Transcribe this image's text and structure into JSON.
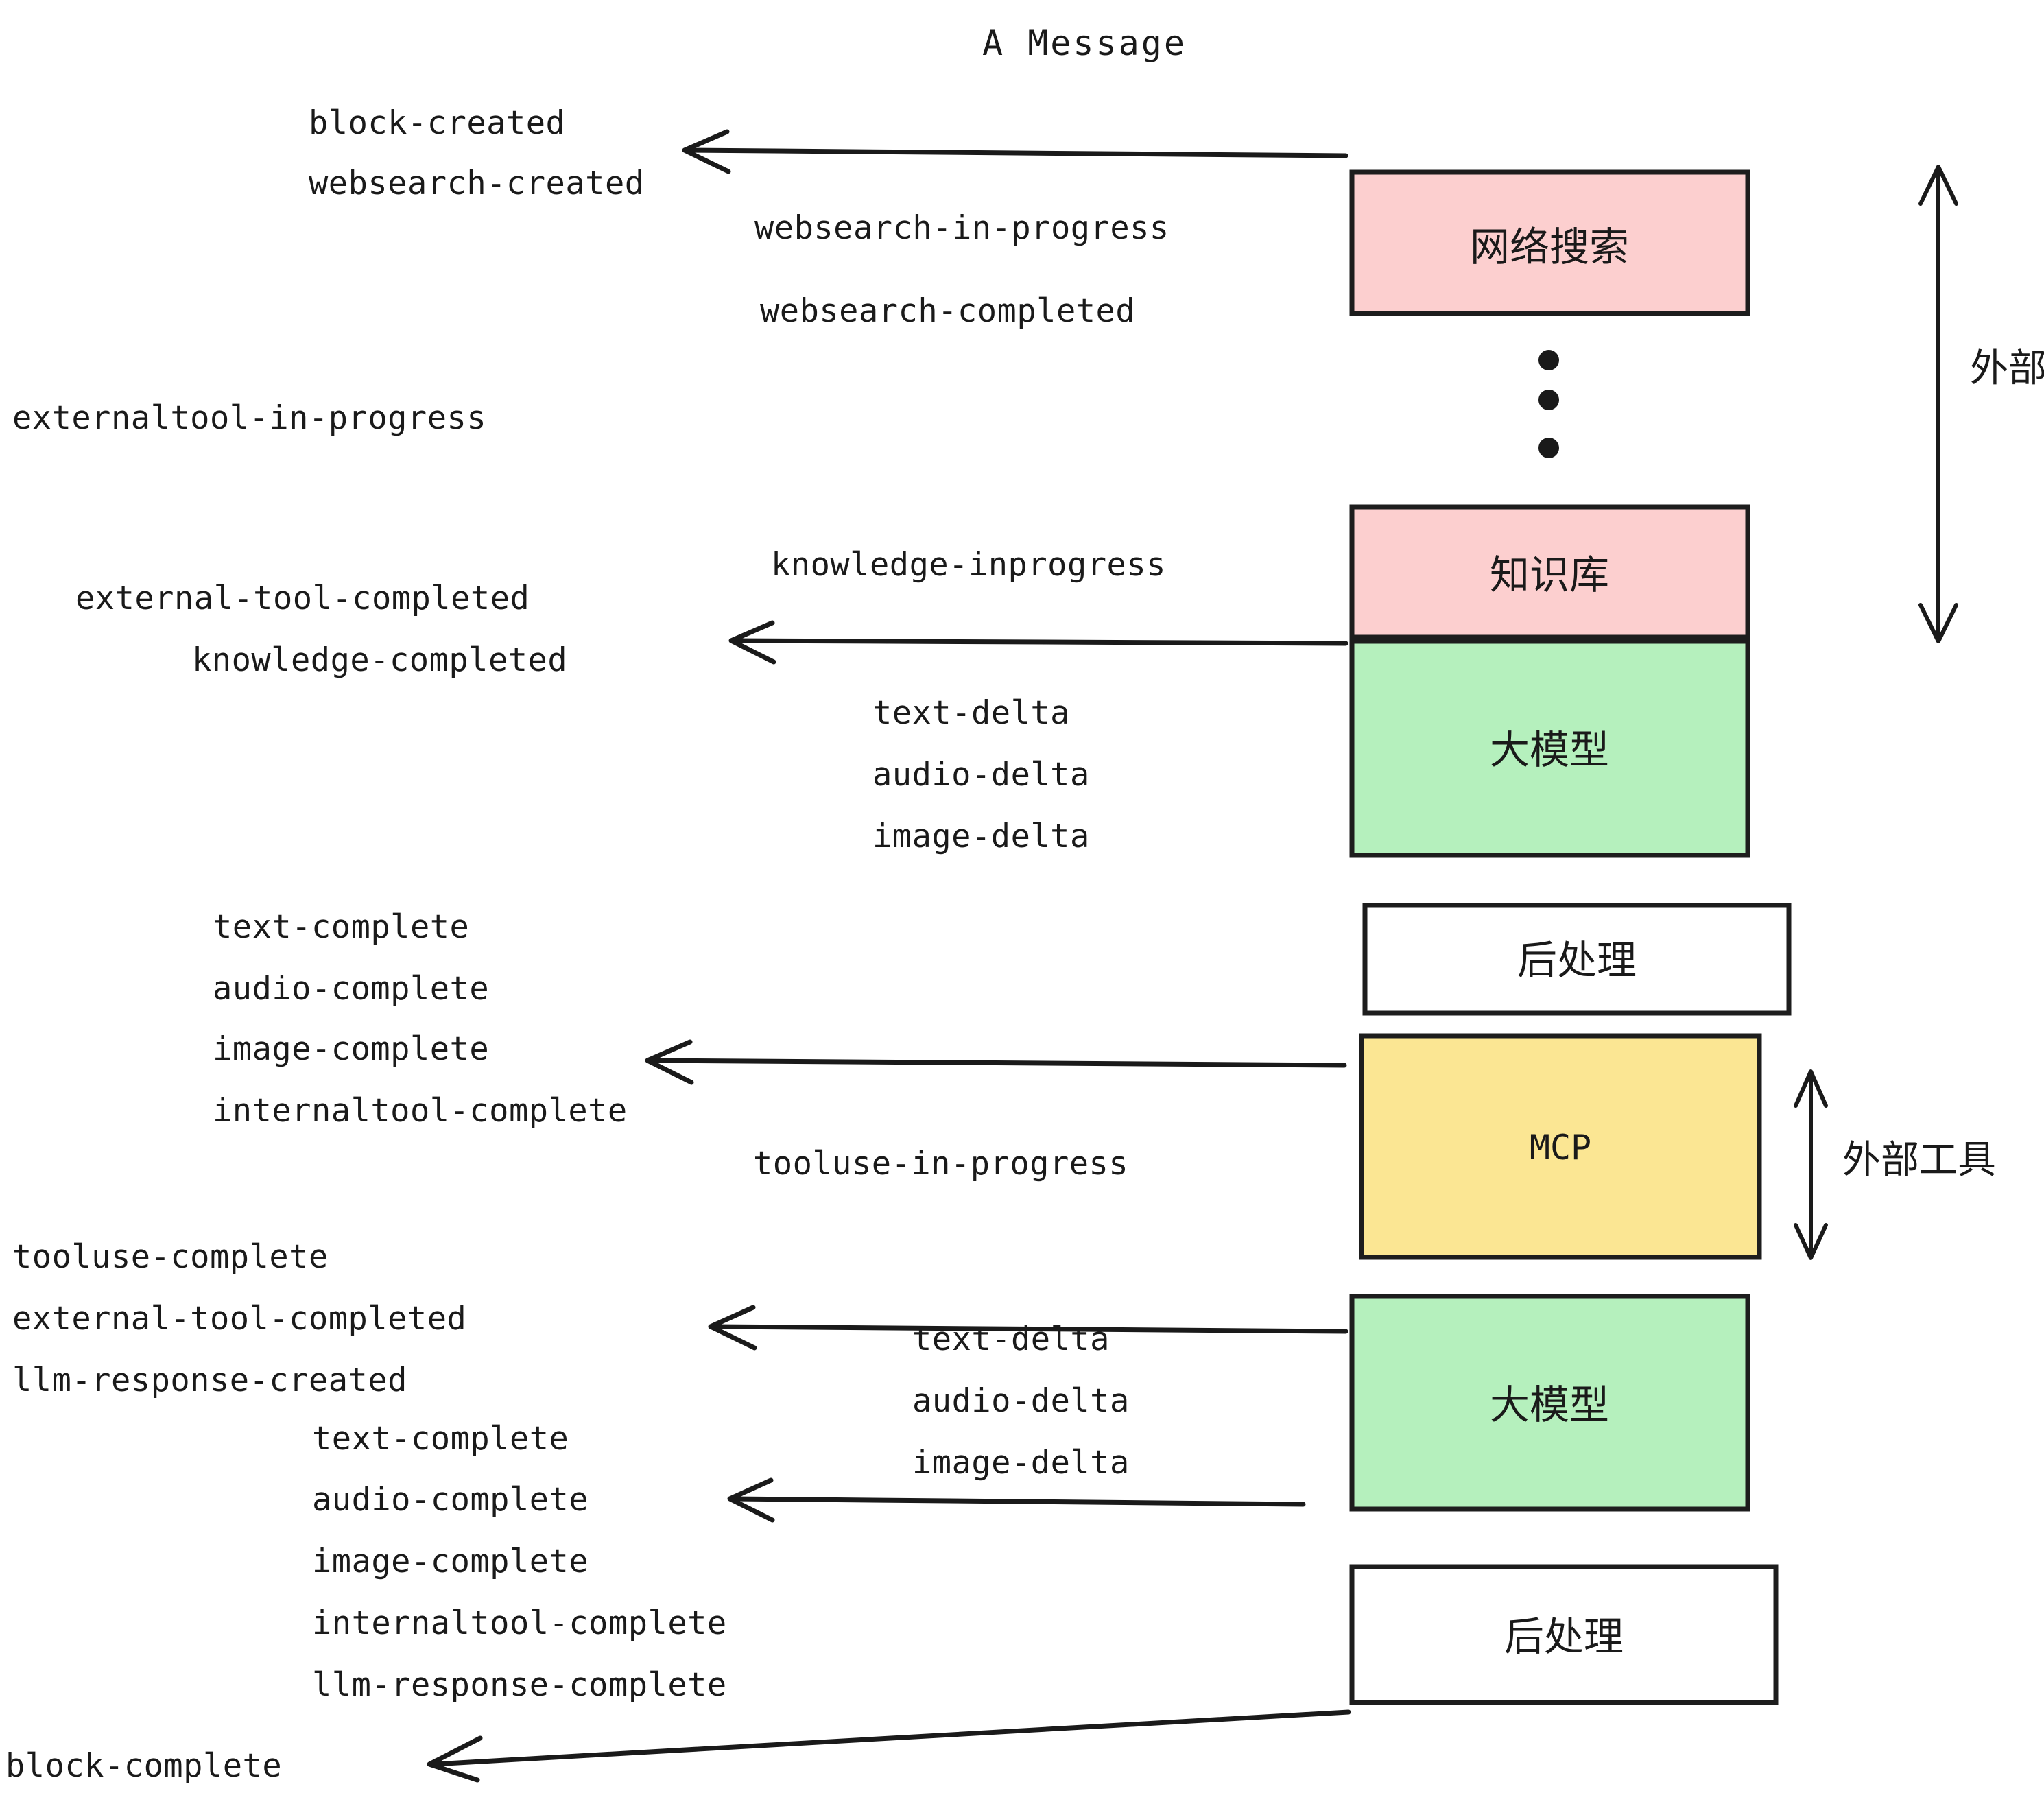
{
  "title": "A Message",
  "colors": {
    "pink": "#fccfcf",
    "green": "#b5f0bd",
    "yellow": "#fbe693",
    "white": "#ffffff",
    "stroke": "#1d1d1d",
    "text": "#1a1a1a",
    "background": "#ffffff"
  },
  "boxes": [
    {
      "id": "websearch",
      "label": "网络搜索",
      "fill": "#fccfcf",
      "lang": "cn"
    },
    {
      "id": "knowledge-base",
      "label": "知识库",
      "fill": "#fccfcf",
      "lang": "cn"
    },
    {
      "id": "llm-upper",
      "label": "大模型",
      "fill": "#b5f0bd",
      "lang": "cn"
    },
    {
      "id": "postprocess-upper",
      "label": "后处理",
      "fill": "#ffffff",
      "lang": "cn"
    },
    {
      "id": "mcp",
      "label": "MCP",
      "fill": "#fbe693",
      "lang": "en"
    },
    {
      "id": "llm-lower",
      "label": "大模型",
      "fill": "#b5f0bd",
      "lang": "cn"
    },
    {
      "id": "postprocess-lower",
      "label": "后处理",
      "fill": "#ffffff",
      "lang": "cn"
    }
  ],
  "side_labels": [
    {
      "id": "external-tool-upper",
      "label": "外部工具"
    },
    {
      "id": "external-tool-lower",
      "label": "外部工具"
    }
  ],
  "events": [
    {
      "id": "block-created",
      "text": "block-created"
    },
    {
      "id": "websearch-created",
      "text": "websearch-created"
    },
    {
      "id": "websearch-in-progress",
      "text": "websearch-in-progress"
    },
    {
      "id": "websearch-completed",
      "text": "websearch-completed"
    },
    {
      "id": "externaltool-in-progress",
      "text": "externaltool-in-progress"
    },
    {
      "id": "knowledge-inprogress",
      "text": "knowledge-inprogress"
    },
    {
      "id": "external-tool-completed-1",
      "text": "external-tool-completed"
    },
    {
      "id": "knowledge-completed",
      "text": "knowledge-completed"
    },
    {
      "id": "text-delta-1",
      "text": "text-delta"
    },
    {
      "id": "audio-delta-1",
      "text": "audio-delta"
    },
    {
      "id": "image-delta-1",
      "text": "image-delta"
    },
    {
      "id": "text-complete-1",
      "text": "text-complete"
    },
    {
      "id": "audio-complete-1",
      "text": "audio-complete"
    },
    {
      "id": "image-complete-1",
      "text": "image-complete"
    },
    {
      "id": "internaltool-complete-1",
      "text": "internaltool-complete"
    },
    {
      "id": "tooluse-in-progress",
      "text": "tooluse-in-progress"
    },
    {
      "id": "tooluse-complete",
      "text": "tooluse-complete"
    },
    {
      "id": "external-tool-completed-2",
      "text": "external-tool-completed"
    },
    {
      "id": "llm-response-created",
      "text": "llm-response-created"
    },
    {
      "id": "text-complete-2",
      "text": "text-complete"
    },
    {
      "id": "text-delta-2",
      "text": "text-delta"
    },
    {
      "id": "audio-delta-2",
      "text": "audio-delta"
    },
    {
      "id": "image-delta-2",
      "text": "image-delta"
    },
    {
      "id": "audio-complete-2",
      "text": "audio-complete"
    },
    {
      "id": "image-complete-2",
      "text": "image-complete"
    },
    {
      "id": "internaltool-complete-2",
      "text": "internaltool-complete"
    },
    {
      "id": "llm-response-complete",
      "text": "llm-response-complete"
    },
    {
      "id": "block-complete",
      "text": "block-complete"
    }
  ]
}
